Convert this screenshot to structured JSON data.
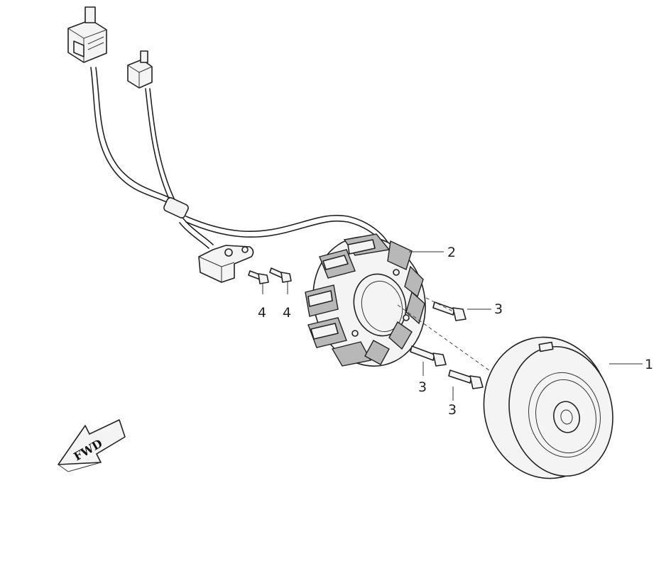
{
  "callouts": {
    "flywheel": "1",
    "stator": "2",
    "stator_bolt_a": "3",
    "stator_bolt_b": "3",
    "stator_bolt_c": "3",
    "pickup_bolt_a": "4",
    "pickup_bolt_b": "4"
  },
  "direction_arrow": {
    "label": "FWD",
    "icon": "forward-arrow-icon"
  },
  "colors": {
    "line": "#222222",
    "background": "#ffffff",
    "shade": "#b8b8b8"
  }
}
